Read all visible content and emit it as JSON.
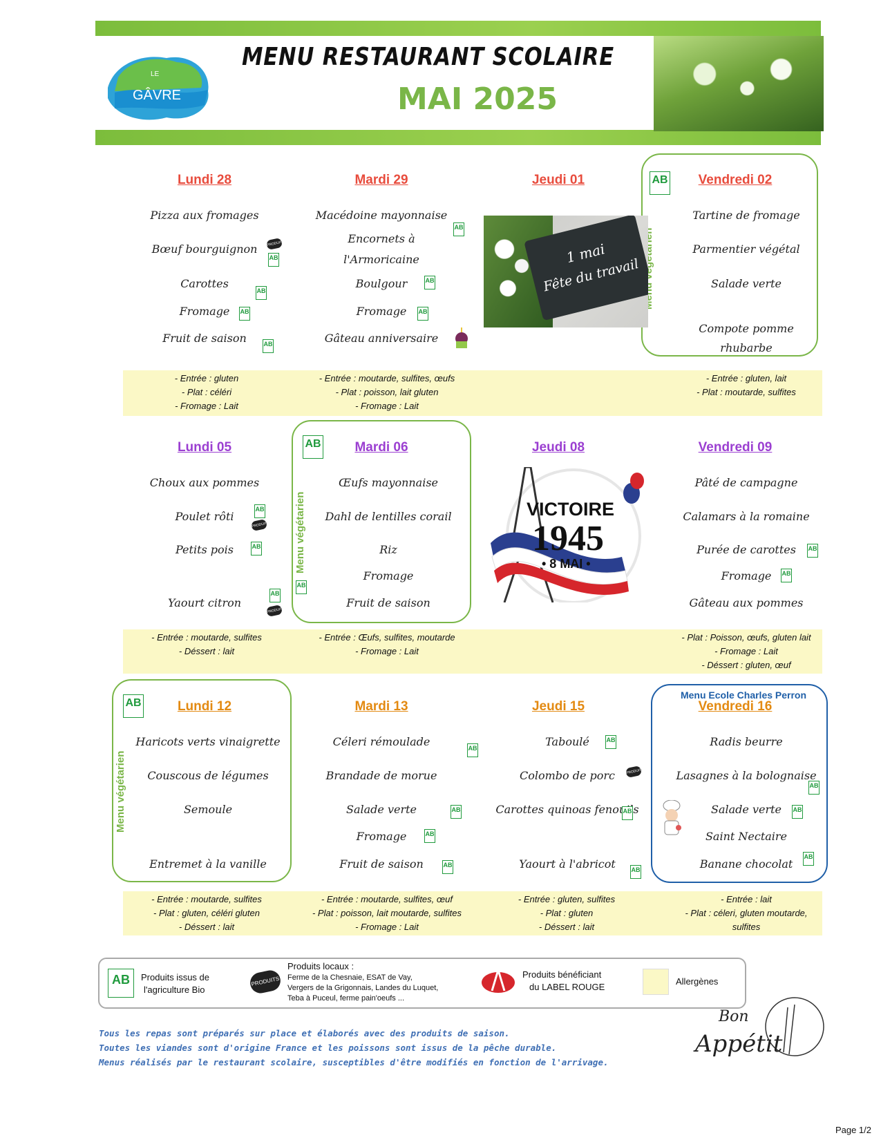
{
  "header": {
    "title": "MENU RESTAURANT SCOLAIRE",
    "subtitle": "MAI 2025",
    "logo_top": "LE",
    "logo_name": "GÂVRE"
  },
  "labels": {
    "vegetarian": "Menu végétarien",
    "ab": "AB",
    "local": "PRODUITS LOCAUX",
    "special_menu": "Menu Ecole Charles Perron"
  },
  "week1": {
    "days": [
      "Lundi 28",
      "Mardi 29",
      "Jeudi 01",
      "Vendredi 02"
    ],
    "day_colors": [
      "#e84c3d",
      "#e84c3d",
      "#e84c3d",
      "#e84c3d"
    ],
    "mon": [
      "Pizza aux fromages",
      "Bœuf bourguignon",
      "Carottes",
      "Fromage",
      "Fruit de saison"
    ],
    "tue": [
      "Macédoine mayonnaise",
      "Encornets à",
      "l'Armoricaine",
      "Boulgour",
      "Fromage",
      "Gâteau anniversaire"
    ],
    "fri": [
      "Tartine de fromage",
      "Parmentier végétal",
      "Salade verte",
      "Compote pomme",
      "rhubarbe"
    ],
    "holiday_line1": "1 mai",
    "holiday_line2": "Fête du travail",
    "allergens": {
      "mon": [
        "- Entrée : gluten",
        "- Plat : céléri",
        "- Fromage : Lait"
      ],
      "tue": [
        "- Entrée : moutarde, sulfites, œufs",
        "- Plat : poisson, lait gluten",
        "- Fromage : Lait"
      ],
      "fri": [
        "- Entrée : gluten, lait",
        "- Plat : moutarde, sulfites"
      ]
    }
  },
  "week2": {
    "days": [
      "Lundi 05",
      "Mardi 06",
      "Jeudi 08",
      "Vendredi 09"
    ],
    "mon": [
      "Choux aux pommes",
      "Poulet rôti",
      "Petits pois",
      "Yaourt citron"
    ],
    "tue": [
      "Œufs mayonnaise",
      "Dahl de lentilles corail",
      "Riz",
      "Fromage",
      "Fruit de saison"
    ],
    "fri": [
      "Pâté de campagne",
      "Calamars à la romaine",
      "Purée de carottes",
      "Fromage",
      "Gâteau aux pommes"
    ],
    "victory_word": "VICTOIRE",
    "victory_year": "1945",
    "victory_date": "• 8 MAI •",
    "allergens": {
      "mon": [
        "- Entrée : moutarde, sulfites",
        "- Déssert : lait"
      ],
      "tue": [
        "- Entrée : Œufs, sulfites, moutarde",
        "- Fromage : Lait"
      ],
      "fri": [
        "- Plat : Poisson, œufs, gluten lait",
        "- Fromage : Lait",
        "- Déssert : gluten, œuf"
      ]
    }
  },
  "week3": {
    "days": [
      "Lundi 12",
      "Mardi 13",
      "Jeudi 15",
      "Vendredi 16"
    ],
    "mon": [
      "Haricots verts vinaigrette",
      "Couscous de légumes",
      "Semoule",
      "Entremet à la vanille"
    ],
    "tue": [
      "Céleri rémoulade",
      "Brandade de morue",
      "Salade verte",
      "Fromage",
      "Fruit de saison"
    ],
    "thu": [
      "Taboulé",
      "Colombo de porc",
      "Carottes quinoas fenouils",
      "Yaourt à l'abricot"
    ],
    "fri": [
      "Radis beurre",
      "Lasagnes à la bolognaise",
      "Salade verte",
      "Saint Nectaire",
      "Banane chocolat"
    ],
    "allergens": {
      "mon": [
        "- Entrée : moutarde, sulfites",
        "- Plat : gluten, céléri gluten",
        "- Déssert : lait"
      ],
      "tue": [
        "- Entrée : moutarde, sulfites, œuf",
        "- Plat : poisson, lait moutarde, sulfites",
        "- Fromage : Lait"
      ],
      "thu": [
        "- Entrée : gluten, sulfites",
        "- Plat : gluten",
        "- Déssert : lait"
      ],
      "fri": [
        "- Entrée : lait",
        "- Plat : céleri, gluten moutarde,",
        "sulfites"
      ]
    }
  },
  "legend": {
    "bio_1": "Produits issus de",
    "bio_2": "l'agriculture Bio",
    "local_title": "Produits locaux :",
    "local_1": "Ferme de la Chesnaie, ESAT de Vay,",
    "local_2": "Vergers de la Grigonnais, Landes du Luquet,",
    "local_3": "Teba à Puceul, ferme pain'oeufs ...",
    "label_1": "Produits bénéficiant",
    "label_2": "du LABEL ROUGE",
    "allergens": "Allergènes"
  },
  "footer": {
    "line1": "Tous les repas sont préparés sur place et élaborés avec des produits de saison.",
    "line2": "Toutes les viandes sont d'origine France et les poissons sont issus de la pêche durable.",
    "line3": "Menus réalisés par le restaurant scolaire, susceptibles d'être modifiés en fonction de l'arrivage.",
    "bon": "Bon",
    "appetit": "Appétit",
    "page": "Page 1/2"
  }
}
